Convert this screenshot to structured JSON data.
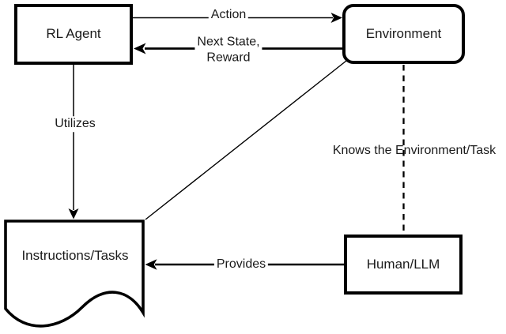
{
  "diagram": {
    "title": "RL agent / environment / instructions relationship diagram",
    "colors": {
      "background": "#ffffff",
      "stroke": "#000000",
      "text": "#1a1a1a"
    },
    "nodes": [
      {
        "id": "rl-agent",
        "label": "RL Agent",
        "shape": "rectangle"
      },
      {
        "id": "environment",
        "label": "Environment",
        "shape": "rounded-rectangle"
      },
      {
        "id": "instructions-tasks",
        "label": "Instructions/Tasks",
        "shape": "document"
      },
      {
        "id": "human-llm",
        "label": "Human/LLM",
        "shape": "rectangle"
      }
    ],
    "edges": [
      {
        "from": "rl-agent",
        "to": "environment",
        "label": "Action",
        "style": "solid-thin-arrow"
      },
      {
        "from": "environment",
        "to": "rl-agent",
        "label_line1": "Next State,",
        "label_line2": "Reward",
        "style": "solid-thick-arrow"
      },
      {
        "from": "rl-agent",
        "to": "instructions-tasks",
        "label": "Utilizes",
        "style": "solid-thin-arrow"
      },
      {
        "from": "environment",
        "to": "instructions-tasks",
        "label": "",
        "style": "solid-thin-line"
      },
      {
        "from": "human-llm",
        "to": "instructions-tasks",
        "label": "Provides",
        "style": "solid-thick-arrow"
      },
      {
        "from": "environment",
        "to": "human-llm",
        "label": "Knows the Environment/Task",
        "style": "dashed-line"
      }
    ]
  }
}
